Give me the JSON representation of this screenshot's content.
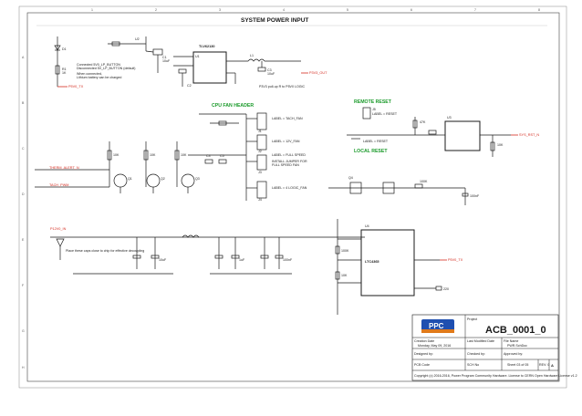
{
  "title": "SYSTEM POWER INPUT",
  "sections": {
    "cpu_fan": "CPU FAN HEADER",
    "remote_reset": "REMOTE RESET",
    "local_reset": "LOCAL RESET"
  },
  "nets": {
    "five_v": "P5V0_TX",
    "p3v3_out": "P3V3_OUT",
    "therm": "THERM_ALERT_N",
    "tach": "TACH_PWM",
    "p12v_in": "P12V0_IN",
    "sys_reset": "SYS_RST_N"
  },
  "parts": {
    "d1": "D1",
    "r1": "R1",
    "u1": "U1",
    "u2": "U2",
    "u3": "U3",
    "u4": "U4",
    "l1": "L1",
    "q1": "Q1",
    "q2": "Q2",
    "q3": "Q3",
    "q4": "Q4",
    "j1": "J1",
    "j2": "J2",
    "j3": "J3",
    "j4": "J4",
    "j5": "J5",
    "c1": "C1",
    "c2": "C2",
    "c3": "C3",
    "c4": "C4",
    "c5": "C5",
    "c6": "C6"
  },
  "values": {
    "cap10u": "10uF",
    "cap1u": "1uF",
    "cap100n": "100nF",
    "res10k": "10K",
    "res47k": "47K",
    "res100k": "100K",
    "res1k": "1K",
    "res220": "220"
  },
  "notes": {
    "fan_label_1": "LABEL = TACH_FAN",
    "fan_label_2": "LABEL = 12V_FAN",
    "fan_label_3": "LABEL = FULL SPEED",
    "fan_label_4": "INSTALL JUMPER FOR",
    "fan_label_5": "FULL SPEED FAN",
    "fan_label_6": "LABEL = 4 LOGIC_FAN",
    "reset_label": "LABEL = RESET",
    "reset_label_2": "LABEL = RESET",
    "reset_label_3": "LABEL = RESET",
    "u1_name": "TLV62130",
    "u4_name": "LTC4365",
    "pwr_note_1": "Connected 5V0_LP_BUTTON",
    "pwr_note_2": "Disconnected 5V_LP_BUTTON (default)",
    "pwr_note_3": "When connected,",
    "pwr_note_4": "Lithium battery can be charged",
    "pull_note": "P3V3 pull-up R to P5V0 LOGIC",
    "cap_note": "Place these caps close to chip for effective decoupling"
  },
  "title_block": {
    "brand": "PPC",
    "project_label": "Project",
    "project": "ACB_0001_0",
    "creation_date_label": "Creation Date",
    "creation_date": "Monday, May 09, 2016",
    "last_modified_label": "Last Modified Date",
    "file_name_label": "File Name",
    "file_name": "PWR.SchDoc",
    "designed_by_label": "Designed by:",
    "checked_by_label": "Checked by:",
    "approved_by_label": "Approved by:",
    "pcb_code_label": "PCB Code",
    "schematic_label": "SCH No",
    "sheet_label": "Sheet 03 of 05",
    "rev_label": "REV: 0",
    "rev_value": "A",
    "copyright": "Copyright (c) 2016-2016, Power Program Community Hardware. License to CERN Open Hardware License v1.2"
  },
  "grid": {
    "cols": [
      "1",
      "2",
      "3",
      "4",
      "5",
      "6",
      "7",
      "8"
    ],
    "rows": [
      "A",
      "B",
      "C",
      "D",
      "E",
      "F",
      "G",
      "H"
    ]
  },
  "colors": {
    "ink": "#1a1a1a",
    "net_red": "#d42a1e",
    "section_green": "#1a9a2a",
    "logo_blue": "#1f4fb0",
    "logo_orange": "#e07a1a"
  }
}
